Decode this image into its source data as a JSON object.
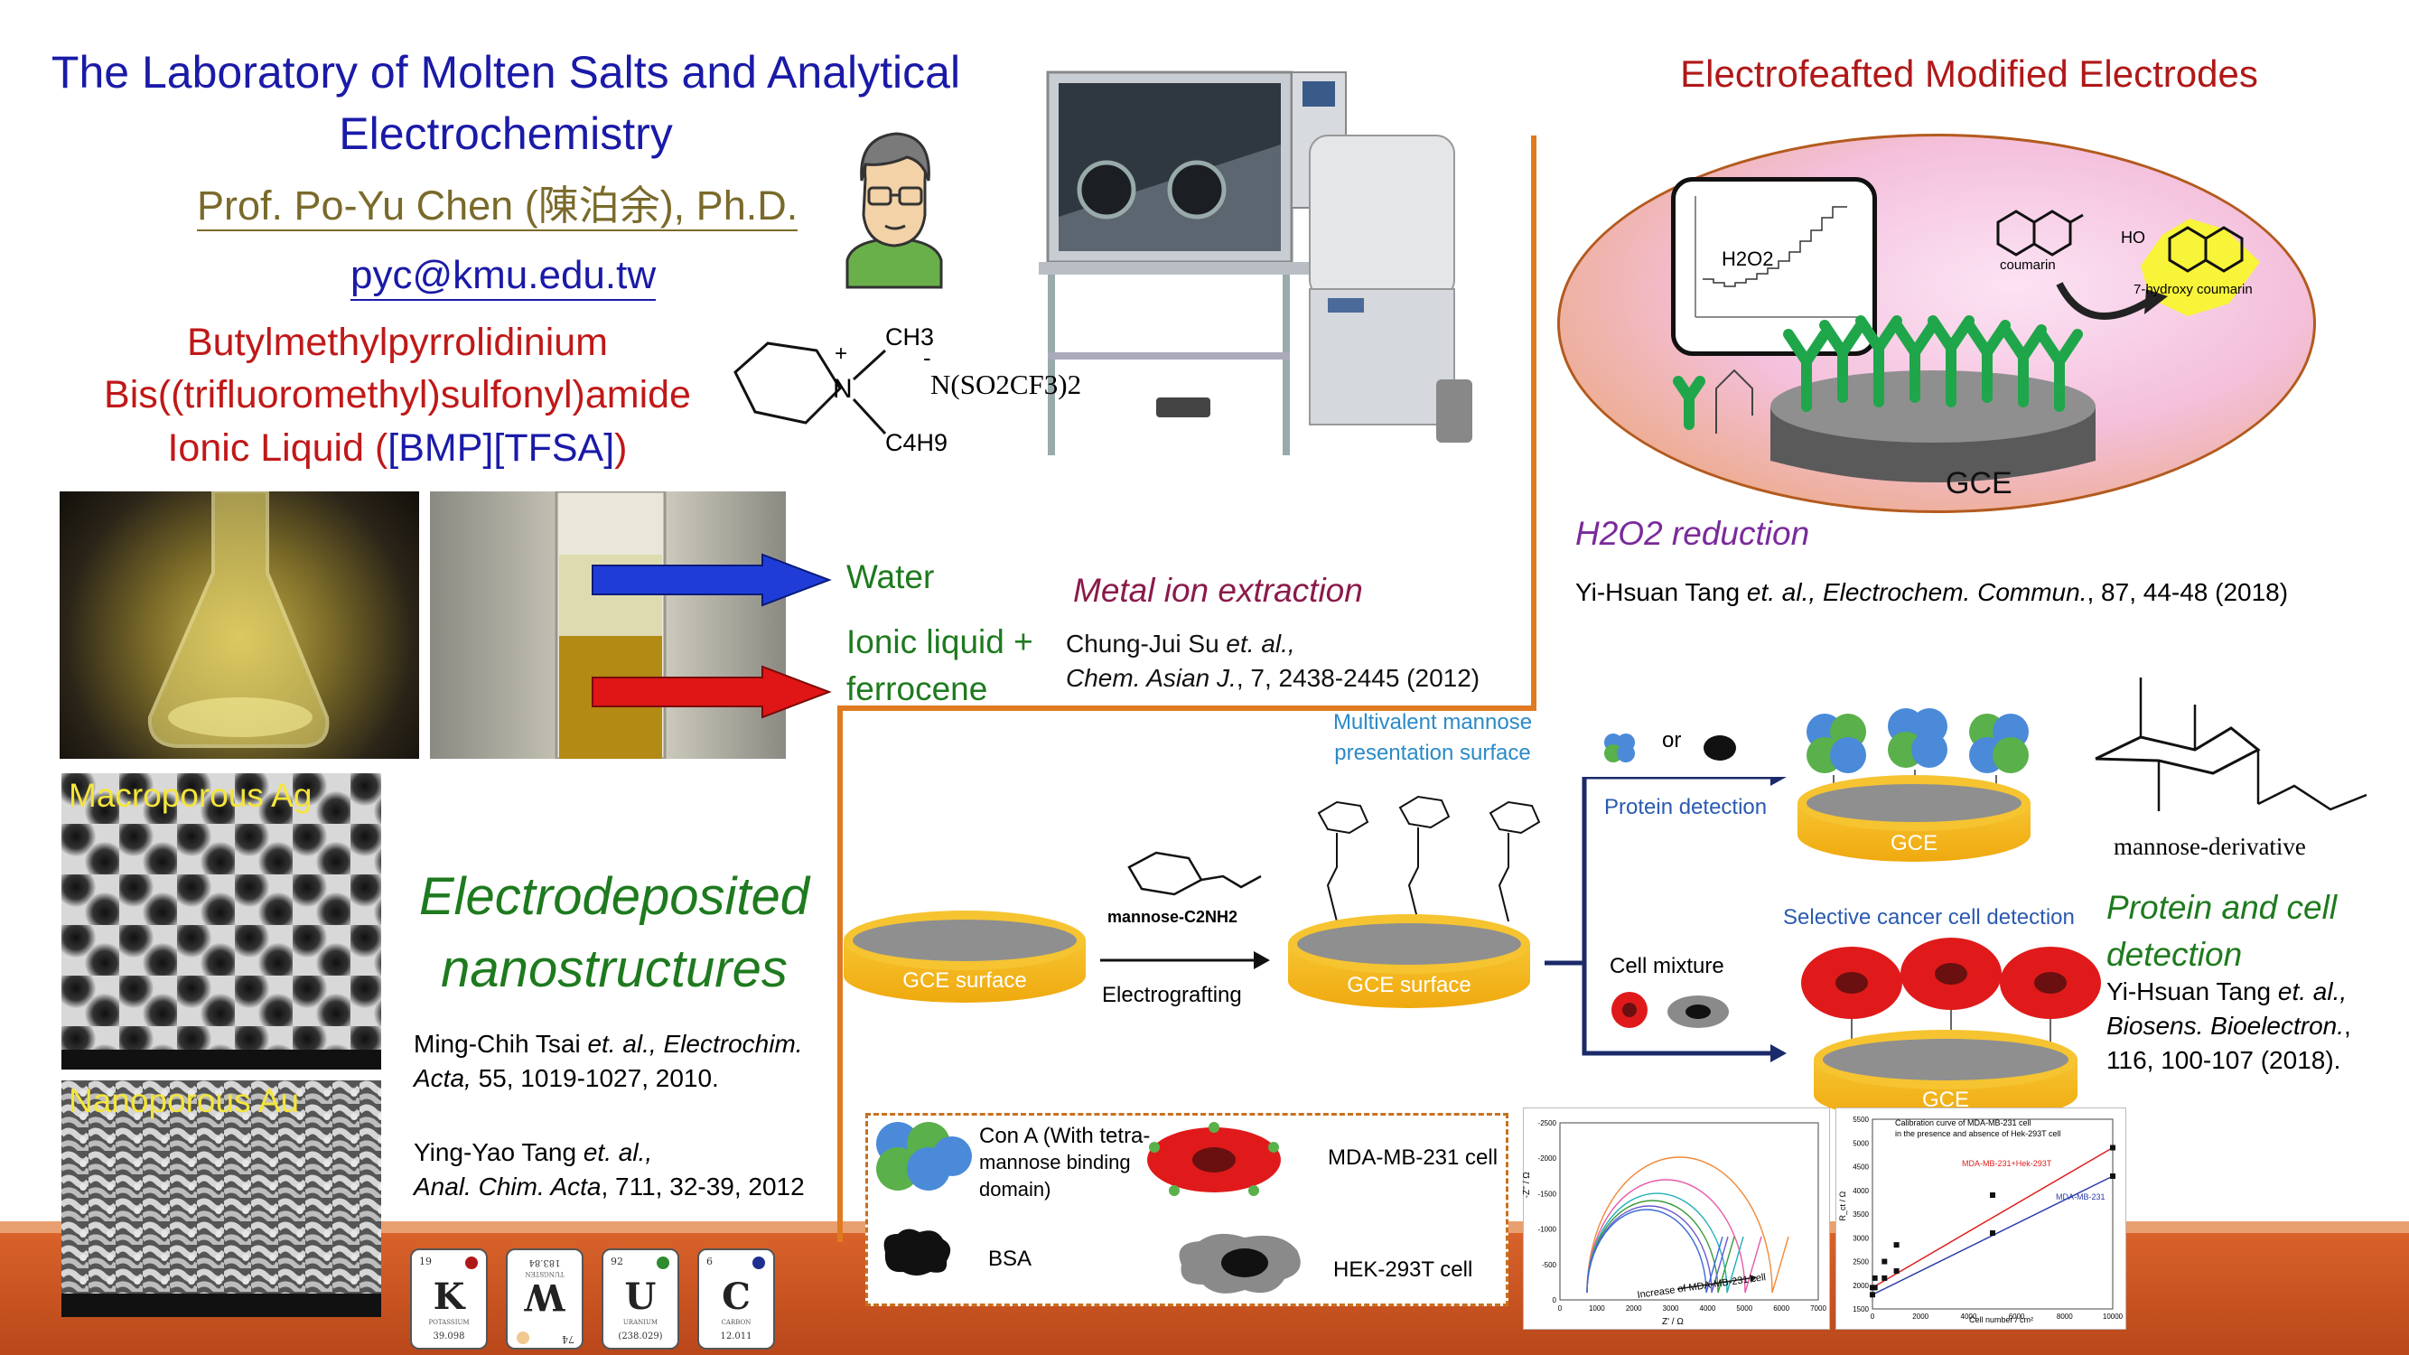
{
  "header": {
    "title_line1": "The Laboratory of Molten Salts and Analytical",
    "title_line2": "Electrochemistry",
    "professor": "Prof. Po-Yu Chen (陳泊余), Ph.D.",
    "email": "pyc@kmu.edu.tw"
  },
  "ionic_liquid": {
    "line1": "Butylmethylpyrrolidinium",
    "line2": "Bis((trifluoromethyl)sulfonyl)amide",
    "line3_prefix": "Ionic Liquid (",
    "line3_abbr": "[BMP][TFSA]",
    "line3_suffix": ")",
    "struct_ch3": "CH3",
    "struct_n": "N",
    "struct_c4h9": "C4H9",
    "struct_anion": "N(SO2CF3)2",
    "struct_plus": "+",
    "struct_minus": "-"
  },
  "extraction": {
    "water_label": "Water",
    "il_label_line1": "Ionic liquid +",
    "il_label_line2": "ferrocene",
    "title": "Metal ion extraction",
    "ref_line1_author": "Chung-Jui Su",
    "ref_line1_etal": " et. al.,",
    "ref_line2_journal": "Chem. Asian J.",
    "ref_line2_rest": ", 7, 2438-2445 (2012)",
    "arrow_colors": {
      "water": "#1f3dd6",
      "il": "#e01515"
    }
  },
  "electrodeposition": {
    "sem1_label": "Macroporous Ag",
    "sem2_label": "Nanoporous Au",
    "title_line1": "Electrodeposited",
    "title_line2": "nanostructures",
    "ref1_author": "Ming-Chih Tsai",
    "ref1_etal": " et. al., ",
    "ref1_journal": "Electrochim.",
    "ref1_line2_journal": "Acta,",
    "ref1_line2_rest": " 55, 1019-1027, 2010.",
    "ref2_author": "Ying-Yao Tang",
    "ref2_etal": " et. al.,",
    "ref2_line2_journal": "Anal. Chim. Acta",
    "ref2_line2_rest": ", 711, 32-39, 2012"
  },
  "elements": [
    {
      "number": "19",
      "symbol": "K",
      "name": "POTASSIUM",
      "mass": "39.098",
      "color": "#b01818"
    },
    {
      "number": "74",
      "symbol": "W",
      "name": "TUNGSTEN",
      "mass": "183.84",
      "color": "#f1c890"
    },
    {
      "number": "92",
      "symbol": "U",
      "name": "URANIUM",
      "mass": "(238.029)",
      "color": "#2e8b2e"
    },
    {
      "number": "6",
      "symbol": "C",
      "name": "CARBON",
      "mass": "12.011",
      "color": "#1f2f8f"
    }
  ],
  "electrografted": {
    "title": "Electrofeafted Modified Electrodes",
    "inset_label": "H2O2",
    "coumarin": "coumarin",
    "hydroxy_coumarin": "7-hydroxy coumarin",
    "ho_label": "HO",
    "electrode_label": "GCE",
    "h2o2_reduction": "H2O2 reduction",
    "ref_author": "Yi-Hsuan Tang",
    "ref_etal": " et. al., ",
    "ref_journal": "Electrochem. Commun.",
    "ref_rest": ", 87, 44-48 (2018)"
  },
  "mannose": {
    "surface_label": "Multivalent mannose",
    "surface_label2": "presentation surface",
    "reagent_label": "mannose-C2NH2",
    "step_label": "Electrografting",
    "gce_surface_1": "GCE surface",
    "gce_surface_2": "GCE surface",
    "or_label": "or",
    "protein_detection": "Protein detection",
    "gce_a": "GCE",
    "gce_b": "GCE",
    "selective_label": "Selective cancer cell detection",
    "cell_mixture": "Cell mixture",
    "derivative_label": "mannose-derivative",
    "protein_cell_line1": "Protein and cell",
    "protein_cell_line2": "detection",
    "ref_author": "Yi-Hsuan Tang",
    "ref_etal": " et. al.,",
    "ref_journal": "Biosens. Bioelectron.",
    "ref_journal_sep": ",",
    "ref_rest": "116, 100-107 (2018)."
  },
  "legend": {
    "cona_line1": "Con A (With tetra-",
    "cona_line2": "mannose binding",
    "cona_line3": "domain)",
    "mda": "MDA-MB-231 cell",
    "bsa": "BSA",
    "hek": "HEK-293T cell"
  },
  "nyquist": {
    "xlabel": "Z' / Ω",
    "ylabel": "-Z'' / Ω",
    "annotation": "Increase of MDA-MB-231 cell",
    "xticks": [
      "0",
      "1000",
      "2000",
      "3000",
      "4000",
      "5000",
      "6000",
      "7000"
    ],
    "yticks": [
      "-2500",
      "-2000",
      "-1500",
      "-1000",
      "-500",
      "0"
    ],
    "colors": [
      "#f08a3a",
      "#e85aa8",
      "#20b0b8",
      "#3a9a3a",
      "#6a5ad0",
      "#3a6ad8"
    ]
  },
  "calibration": {
    "title_line1": "Calibration curve of MDA-MB-231 cell",
    "title_line2": "in the presence and absence of Hek-293T cell",
    "series": [
      {
        "name": "MDA-MB-231+Hek-293T",
        "color": "#e02020",
        "x": [
          0,
          100,
          500,
          1000,
          5000,
          10000
        ],
        "y": [
          1950,
          2150,
          2500,
          2850,
          3900,
          4900
        ]
      },
      {
        "name": "MDA-MB-231",
        "color": "#2a3aa8",
        "x": [
          0,
          100,
          500,
          1000,
          5000,
          10000
        ],
        "y": [
          1800,
          1950,
          2150,
          2300,
          3100,
          4300
        ]
      }
    ],
    "xlabel": "Cell number / cm²",
    "ylabel": "R_ct / Ω",
    "xticks": [
      "0",
      "2000",
      "4000",
      "6000",
      "8000",
      "10000"
    ],
    "yticks": [
      "1500",
      "2000",
      "2500",
      "3000",
      "3500",
      "4000",
      "4500",
      "5000",
      "5500"
    ]
  },
  "colors": {
    "title_blue": "#1a1aa8",
    "prof_olive": "#7a6a2a",
    "il_red": "#c01818",
    "dark_green": "#1e7a1e",
    "maroon": "#8a1a4a",
    "purple": "#7a2a9a",
    "orange_line": "#e07a20",
    "band": "#c8501e"
  }
}
